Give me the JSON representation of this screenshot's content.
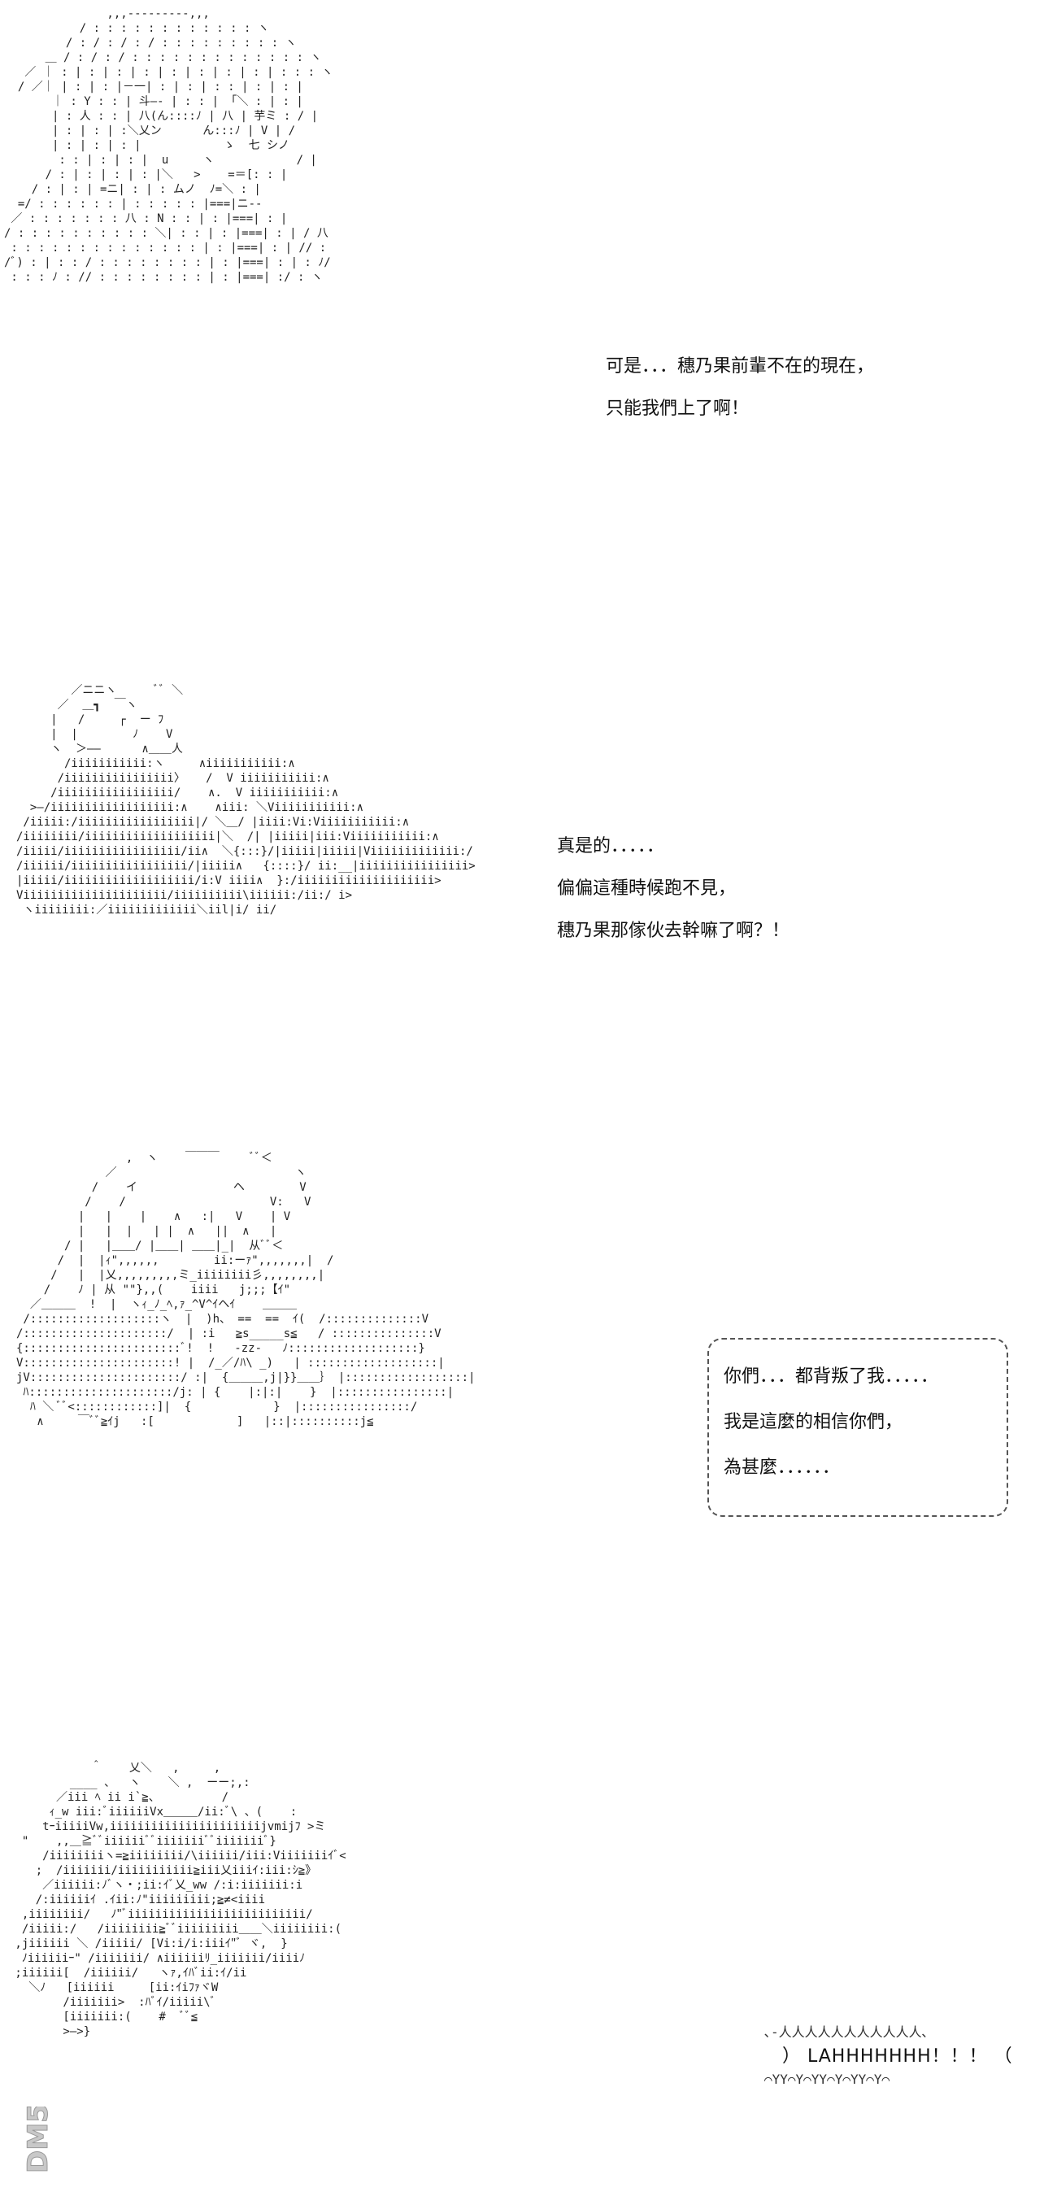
{
  "panels": [
    {
      "art": "               ,,,---------,,,\n           / : : : : : : : : : : : : ヽ\n         / : / : / : / : : : : : : : : : ヽ\n      ＿ / : / : / : : : : : : : : : : : : : ヽ\n   ／ ｜ : | : | : | : | : | : | : | : | : : : ヽ\n  / ／｜ | : | : |－一| : | : | : : | : | : |\n       ｜ : Y : : | 斗―‐ | : : | 「＼ : | : |\n       | : 人 : : | 八(ん::::ﾉ | 八 | 芋ミ : / |\n       | : | : | :＼乂ン      ん:::ﾉ | V | /\n       | : | : | : |            ゝ  七 シノ\n        : : | : | : |  u     ヽ            / |\n      / : | : | : | : |＼   >    =＝[: : |\n    / : | : | =ニ| : | : ムノ  ﾉ=＼ : |\n  =/ : : : : : : | : : : : : |===|ニ-‐\n ／ : : : : : : : 八 : N : : | : |===| : |\n/ : : : : : : : : : : ＼| : : | : |===| : | / 八\n : : : : : : : : : : : : : : | : |===| : | // :\n/ﾞ) : | : : / : : : : : : : : | : |===| : | : ﾉ/\n : : : ﾉ : // : : : : : : : : | : |===| :/ : ヽ",
      "lines": [
        "可是．．．穗乃果前輩不在的現在，",
        "只能我們上了啊！"
      ]
    },
    {
      "art": "        ／ニニヽ      ﾞﾞ ＼\n      ／  ＿┓  ￣ヽ\n     |   /     ┌  ー ﾌ\n     |  |        ﾉ    V\n     ヽ  ＞――      ∧＿＿人\n       /iiiiiiiiiii:ヽ     ∧iiiiiiiiiii:∧\n      /iiiiiiiiiiiiiiii〉   /  V iiiiiiiiiii:∧\n     /iiiiiiiiiiiiiiiii/    ∧.  V iiiiiiiiiii:∧\n  >―/iiiiiiiiiiiiiiiiii:∧    ∧iii: ＼Viiiiiiiiiii:∧\n /iiiii:/iiiiiiiiiiiiiiiii|/ ＼＿/ |iiii:Vi:Viiiiiiiiiii:∧\n/iiiiiiii/iiiiiiiiiiiiiiiiiii|＼  /| |iiiii|iii:Viiiiiiiiiii:∧\n/iiiii/iiiiiiiiiiiiiiiii/ii∧  ＼{:::}/|iiiii|iiiii|Viiiiiiiiiiiii:/\n/iiiiii/iiiiiiiiiiiiiiiii/|iiiii∧   {::::}/ ii:__|iiiiiiiiiiiiiiii>\n|iiiii/iiiiiiiiiiiiiiiiiii/i:V iiii∧  }:/iiiiiiiiiiiiiiiiiiii>\nViiiiiiiiiiiiiiiiiiiii/iiiiiiiiii\\iiiiii:/ii:/ i>\n ヽiiiiiiii:／iiiiiiiiiiiii＼iil|i/ ii/",
      "lines": [
        "真是的．．．．．",
        "偏偏這種時候跑不見，",
        "穗乃果那傢伙去幹嘛了啊？！"
      ]
    },
    {
      "art": "                ,  ヽ    ￣￣￣     ﾞﾞ＜\n             ／                          ヽ\n           /    イ              ヘ        V\n          /    /                     V:   V\n         |   |    |    ∧   :|   V    | V\n         |   |  |   | |  ∧   ||  ∧   |\n       / |   |＿＿/ |＿＿| ＿＿|_|  从ﾞﾞ＜\n      /  |  |ｨ\",,,,,,        ii:ーｧ\",,,,,,,|  /\n     /   |  |乂,,,,,,,,,ミ_iiiiiiii彡,,,,,,,,|\n    /    ﾉ | 从 \"\"},,(    iiii   j;;;【ｲ\"\n  ／＿＿＿  !  |  ヽｨ_ﾉ_ﾍ,ｧ_^V^ｲヘｲ    ＿＿＿\n /:::::::::::::::::::ヽ  |  )h、 ==  ==  ｲ(  /::::::::::::::V\n/:::::::::::::::::::::/  | :i   ≧s_____s≦   / :::::::::::::::V\n{:::::::::::::::::::::::ﾞ!  !   -zz-   ﾉ:::::::::::::::::::}\nV::::::::::::::::::::::! |  /_／/ﾊ\\ _)   | :::::::::::::::::::|\njV::::::::::::::::::::::/ :|  {＿＿＿,j|}}＿＿｝ |::::::::::::::::::|\n ﾊ:::::::::::::::::::::/j: | {    |:|:|    }  |::::::::::::::::|\n  ﾊ ＼ ﾞﾞ<::::::::::::]|  {            }  |::::::::::::::::/\n   ∧     ￣ﾞﾞ≧ｲj   :[            ]   |::|::::::::::j≦",
      "lines": [
        "你們．．．都背叛了我．．．．．",
        "我是這麼的相信你們，",
        "為甚麼．．．．．．"
      ]
    },
    {
      "art": "            ＾    乂＼   ,     ,\n         ____ 、  ヽ    ＼ ,  ーー;,:\n       ／iii ﾍ ii i`≧、         /\n      ｨ_w iii:ﾞiiiiiiVx＿＿＿/ii:ﾞ\\ 、(    :\n     tｰiiiiiVw,iiiiiiiiiiiiiiiiiiiiiijvmijﾌ >ミ\n  \"    ,,＿≧ﾞﾞiiiiiiﾞﾞiiiiiiiﾞﾞiiiiiiiﾞ}\n     /iiiiiiiiヽ=≧iiiiiiii/\\iiiiii/iii:Viiiiiiiｲﾞ<\n    ;  /iiiiiii/iiiiiiiiiii≧iii乂iiiｲ:iii:ｼ≧》\n     ／iiiiii:ﾉﾞヽ・;ii:ｲﾞ乂_ww /:i:iiiiiii:i\n    /:iiiiiiｲ .ｲii:ﾉ\"iiiiiiiii;≧≠<iiii\n  ,iiiiiiii/   ﾉ\"ﾞiiiiiiiiiiiiiiiiiiiiiiiiii/\n  /iiiii:/   /iiiiiiii≧ﾞﾞiiiiiiiii＿＿＼iiiiiiii:(\n ,jiiiiii ＼ /iiiii/ [Vi:i/i:iiiｲ\"ﾞ ヾ,  }\n  ﾉiiiiiiｰ\" /iiiiiii/ ∧iiiiiiﾘ_iiiiiii/iiiiﾉ\n ;iiiiii[  /iiiiii/   ヽｧ,ｲﾊﾞii:ｲ/ii\n   ＼ﾉ   [iiiiii     [ii:ｲiﾌｧヾW\n        /iiiiiii>  :ﾊﾞｲ/iiiii\\ﾞ\n        [iiiiiii:(    #  ﾞﾞ≦\n        >―>}",
      "lines": []
    }
  ],
  "bubble": {
    "lines": [
      "你們．．．都背叛了我．．．．．",
      "我是這麼的相信你們，",
      "為甚麼．．．．．．"
    ]
  },
  "shout": {
    "zig_top": "､-人人人人人人人人人人人､",
    "text": "） LAHHHHHHH！！！ （",
    "zig_bottom": "⌒YY⌒Y⌒YY⌒Y⌒YY⌒Y⌒"
  },
  "watermark": {
    "text": "DM5"
  }
}
